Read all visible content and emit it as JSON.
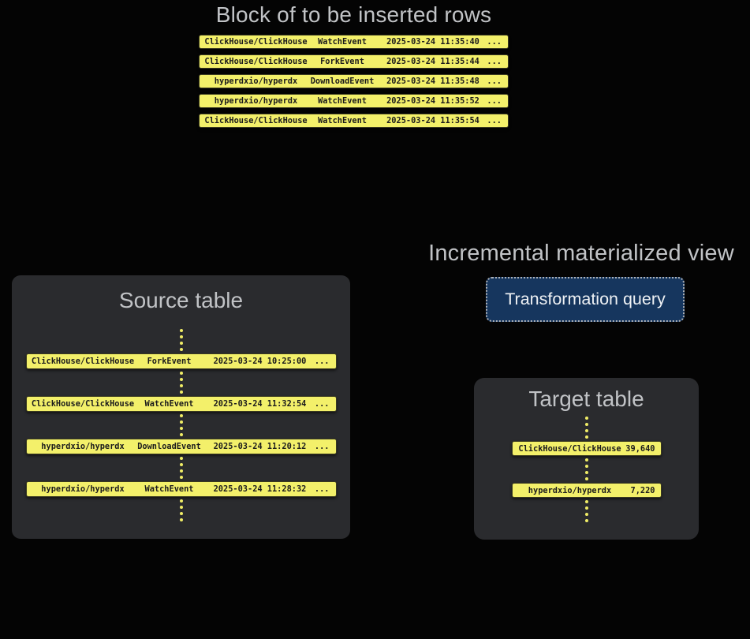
{
  "top_block": {
    "title": "Block of to be inserted rows",
    "rows": [
      {
        "repo": "ClickHouse/ClickHouse",
        "event": "WatchEvent",
        "timestamp": "2025-03-24 11:35:40",
        "more": "..."
      },
      {
        "repo": "ClickHouse/ClickHouse",
        "event": "ForkEvent",
        "timestamp": "2025-03-24 11:35:44",
        "more": "..."
      },
      {
        "repo": "hyperdxio/hyperdx",
        "event": "DownloadEvent",
        "timestamp": "2025-03-24 11:35:48",
        "more": "..."
      },
      {
        "repo": "hyperdxio/hyperdx",
        "event": "WatchEvent",
        "timestamp": "2025-03-24 11:35:52",
        "more": "..."
      },
      {
        "repo": "ClickHouse/ClickHouse",
        "event": "WatchEvent",
        "timestamp": "2025-03-24 11:35:54",
        "more": "..."
      }
    ]
  },
  "source_table": {
    "title": "Source table",
    "rows": [
      {
        "repo": "ClickHouse/ClickHouse",
        "event": "ForkEvent",
        "timestamp": "2025-03-24 10:25:00",
        "more": "..."
      },
      {
        "repo": "ClickHouse/ClickHouse",
        "event": "WatchEvent",
        "timestamp": "2025-03-24 11:32:54",
        "more": "..."
      },
      {
        "repo": "hyperdxio/hyperdx",
        "event": "DownloadEvent",
        "timestamp": "2025-03-24 11:20:12",
        "more": "..."
      },
      {
        "repo": "hyperdxio/hyperdx",
        "event": "WatchEvent",
        "timestamp": "2025-03-24 11:28:32",
        "more": "..."
      }
    ]
  },
  "materialized_view": {
    "title": "Incremental materialized view",
    "button_label": "Transformation query"
  },
  "target_table": {
    "title": "Target table",
    "rows": [
      {
        "repo": "ClickHouse/ClickHouse",
        "count": "39,640"
      },
      {
        "repo": "hyperdxio/hyperdx",
        "count": "7,220"
      }
    ]
  },
  "colors": {
    "background": "#040404",
    "panel_bg": "#2a2b2e",
    "row_yellow": "#f3f06a",
    "row_text": "#1a1a1c",
    "button_blue": "#16365e",
    "title_gray": "#c1c3c6"
  }
}
